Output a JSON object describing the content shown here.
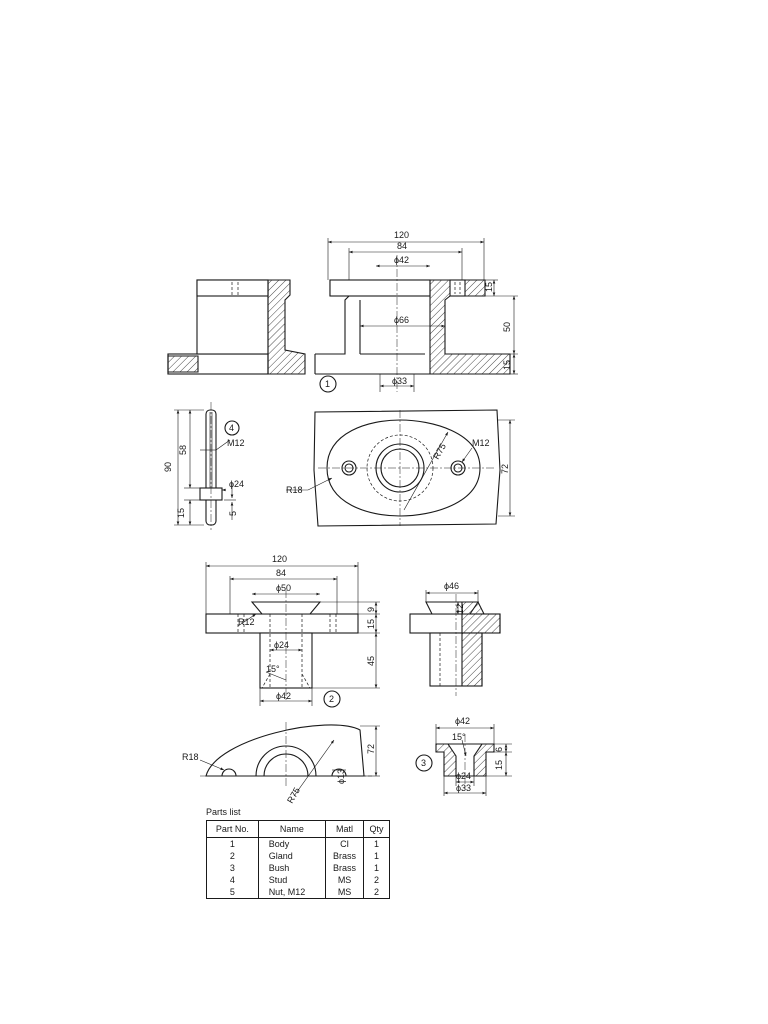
{
  "views": {
    "body_front": {
      "d120": "120",
      "d84": "84",
      "d42": "ϕ42",
      "d66": "ϕ66",
      "d33": "ϕ33",
      "d15a": "15",
      "d50": "50",
      "d15b": "15",
      "part": "1"
    },
    "stud": {
      "d90": "90",
      "d58": "58",
      "d15": "15",
      "d5": "5",
      "m12": "M12",
      "d24": "ϕ24",
      "part": "4"
    },
    "body_top": {
      "m12": "M12",
      "r75": "R75",
      "r18": "R18",
      "d72": "72"
    },
    "gland_front": {
      "d120": "120",
      "d84": "84",
      "d50": "ϕ50",
      "d9": "9",
      "d15": "15",
      "d45": "45",
      "r12": "R12",
      "d24": "ϕ24",
      "angle": "15°",
      "d42": "ϕ42",
      "part": "2"
    },
    "gland_side": {
      "d46": "ϕ46",
      "d12": "12"
    },
    "gland_top": {
      "r18": "R18",
      "r75": "R75",
      "d72": "72",
      "d13": "ϕ13"
    },
    "bush": {
      "d42": "ϕ42",
      "angle": "15°",
      "d6": "6",
      "d15": "15",
      "d24": "ϕ24",
      "d33": "ϕ33",
      "part": "3"
    }
  },
  "parts_list": {
    "title": "Parts list",
    "headers": [
      "Part No.",
      "Name",
      "Matl",
      "Qty"
    ],
    "rows": [
      [
        "1",
        "Body",
        "CI",
        "1"
      ],
      [
        "2",
        "Gland",
        "Brass",
        "1"
      ],
      [
        "3",
        "Bush",
        "Brass",
        "1"
      ],
      [
        "4",
        "Stud",
        "MS",
        "2"
      ],
      [
        "5",
        "Nut, M12",
        "MS",
        "2"
      ]
    ]
  }
}
